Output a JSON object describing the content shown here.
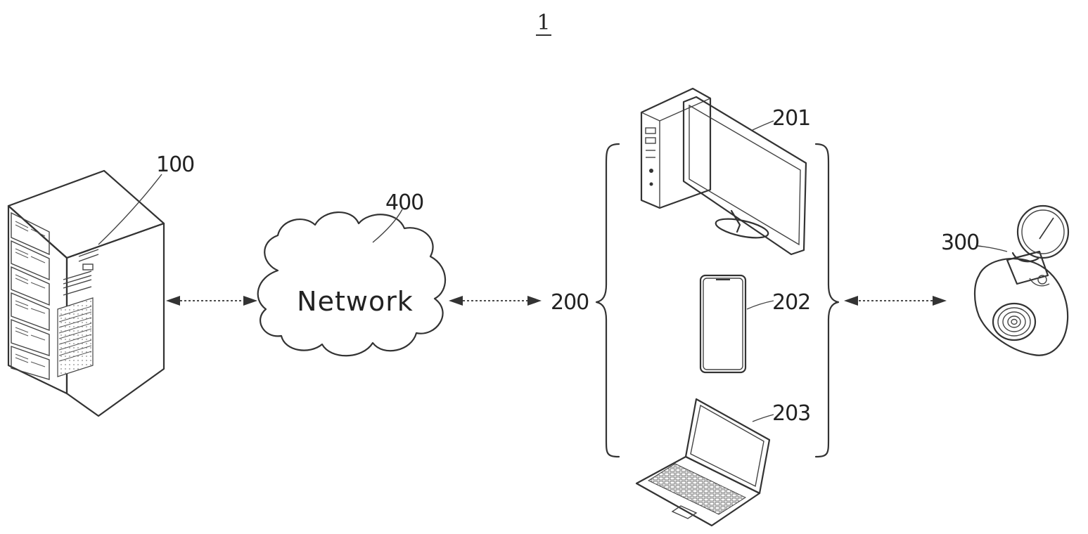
{
  "figure": {
    "number": "1"
  },
  "labels": {
    "server": "100",
    "user_devices": "200",
    "desktop": "201",
    "smartphone": "202",
    "laptop": "203",
    "camera": "300",
    "network": "400"
  },
  "network_cloud": {
    "text": "Network"
  },
  "icons": {
    "server": "server-rack-icon",
    "network": "cloud-icon",
    "desktop": "desktop-computer-icon",
    "smartphone": "smartphone-icon",
    "laptop": "laptop-icon",
    "camera": "camera-icon"
  },
  "colors": {
    "ink": "#333333",
    "background": "#ffffff"
  }
}
